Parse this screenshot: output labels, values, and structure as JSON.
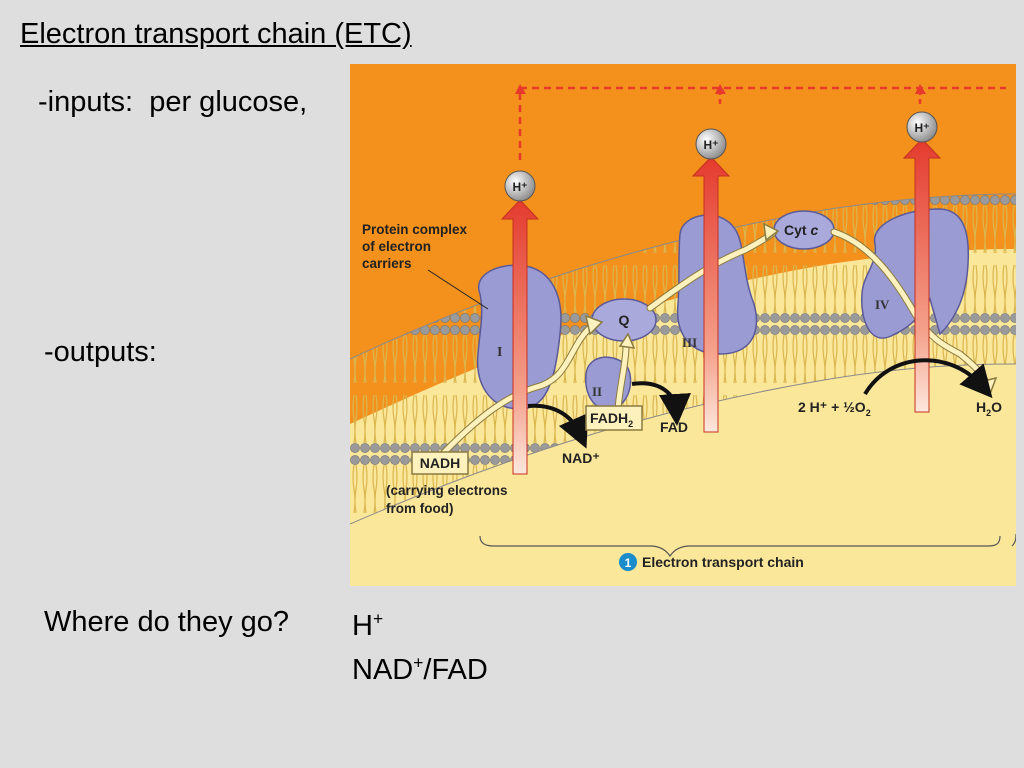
{
  "slide": {
    "title": "Electron transport chain (ETC)",
    "inputs": "-inputs:  per glucose,",
    "outputs": "-outputs:",
    "question": "Where do they go?",
    "answer_h": "H",
    "answer_h_sup": "+",
    "answer_nad": "NAD",
    "answer_nad_sup": "+",
    "answer_fad": "/FAD"
  },
  "figure": {
    "colors": {
      "intermembrane": "#f3911c",
      "matrix": "#fbe79a",
      "protein": "#a9a9dc",
      "arrow_red": "#e8392c"
    },
    "complex_labels": [
      "I",
      "II",
      "III",
      "IV"
    ],
    "proton": "H⁺",
    "q_label": "Q",
    "cyt_label": "Cyt",
    "cyt_italic": "c",
    "protein_complex_label": [
      "Protein complex",
      "of electron",
      "carriers"
    ],
    "nadh_label": "NADH",
    "nadh_note": [
      "(carrying electrons",
      "from food)"
    ],
    "nad_plus": "NAD⁺",
    "fadh2": "FADH",
    "fadh2_sub": "2",
    "fad": "FAD",
    "oxygen_eq": "2 H⁺ + ½O",
    "oxygen_sub": "2",
    "water": "H",
    "water_sub": "2",
    "water_tail": "O",
    "step_number": "1",
    "etc_caption": "Electron transport chain"
  }
}
